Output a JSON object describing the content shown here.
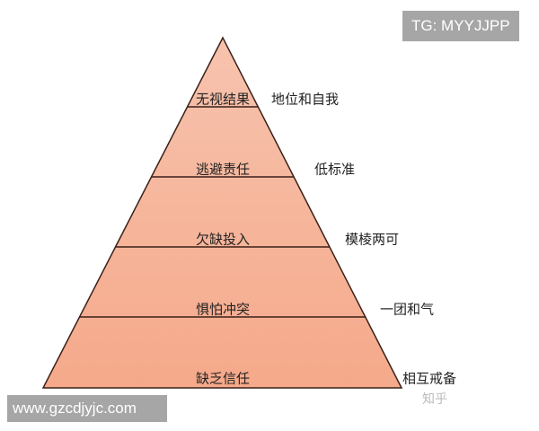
{
  "watermark_top": "TG: MYYJJPP",
  "watermark_bottom": "www.gzcdjyjc.com",
  "watermark_zhihu": "知乎",
  "colors": {
    "top_fill": "#f7c3ae",
    "bottom_fill": "#f5a98a",
    "outline": "#3a2018"
  },
  "levels": [
    {
      "label": "无视结果",
      "note": "地位和自我"
    },
    {
      "label": "逃避责任",
      "note": "低标准"
    },
    {
      "label": "欠缺投入",
      "note": "模棱两可"
    },
    {
      "label": "惧怕冲突",
      "note": "一团和气"
    },
    {
      "label": "缺乏信任",
      "note": "相互戒备"
    }
  ]
}
